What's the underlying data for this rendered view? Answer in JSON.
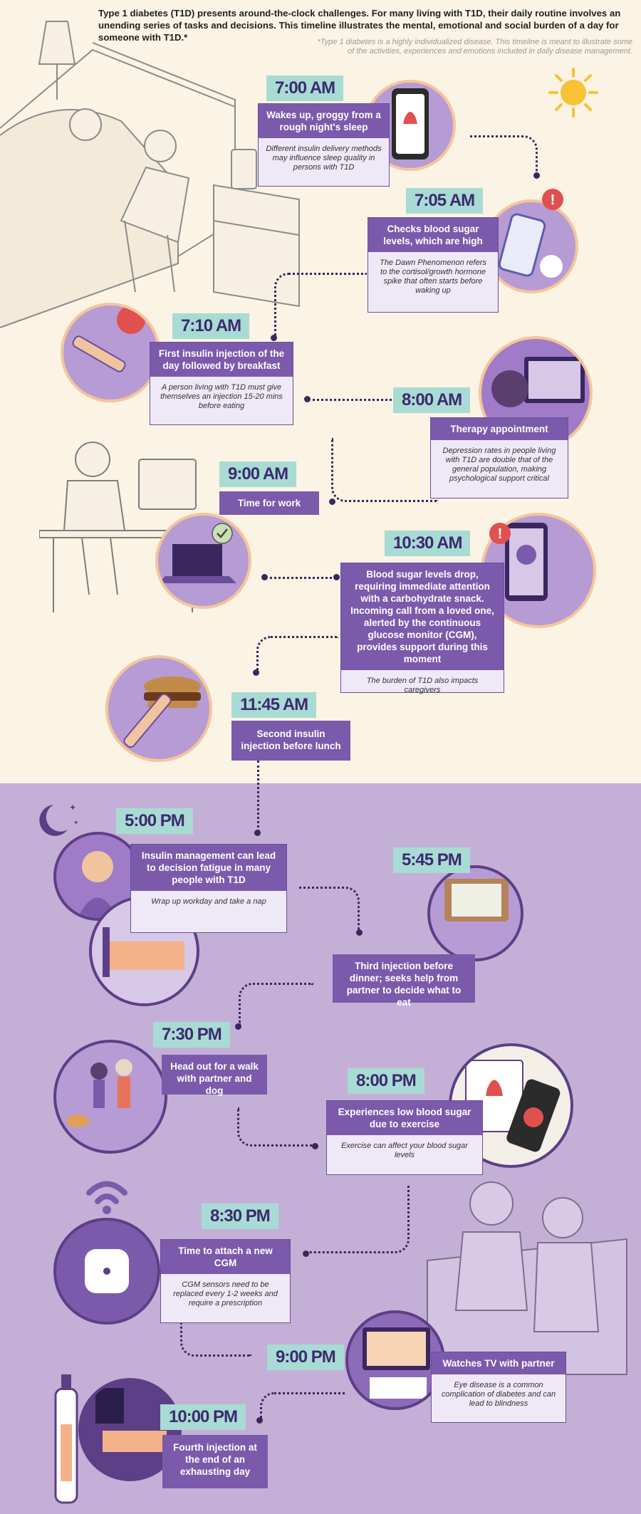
{
  "intro": "Type 1 diabetes (T1D) presents around-the-clock challenges. For many living with T1D, their daily routine involves an unending series of tasks and decisions. This timeline illustrates the mental, emotional and social burden of a day for someone with T1D.*",
  "disclaimer": "*Type 1 diabetes is a highly individualized disease. This timeline is meant to illustrate some of the activities, experiences and emotions included in daily disease management.",
  "events": [
    {
      "time": "7:00 AM",
      "title": "Wakes up, groggy from a rough night's sleep",
      "detail": "Different insulin delivery methods may influence sleep quality in persons with T1D"
    },
    {
      "time": "7:05 AM",
      "title": "Checks blood sugar levels, which are high",
      "detail": "The Dawn Phenomenon refers to the cortisol/growth hormone spike that often starts before waking up"
    },
    {
      "time": "7:10 AM",
      "title": "First insulin injection of the day followed by breakfast",
      "detail": "A person living with T1D must give themselves an injection 15-20 mins before eating"
    },
    {
      "time": "8:00 AM",
      "title": "Therapy appointment",
      "detail": "Depression rates in people living with T1D are double that of the general population, making psychological support critical"
    },
    {
      "time": "9:00 AM",
      "title": "Time for work"
    },
    {
      "time": "10:30 AM",
      "title": "Blood sugar levels drop, requiring immediate attention with a carbohydrate snack. Incoming call from a loved one, alerted by the continuous glucose monitor (CGM), provides support during this moment",
      "detail": "The burden of T1D also impacts caregivers"
    },
    {
      "time": "11:45 AM",
      "title": "Second insulin injection before lunch"
    },
    {
      "time": "5:00 PM",
      "title": "Insulin management can lead to decision fatigue in many people with T1D",
      "detail": "Wrap up workday and take a nap"
    },
    {
      "time": "5:45 PM",
      "title": "Third injection before dinner; seeks help from partner to decide what to eat"
    },
    {
      "time": "7:30 PM",
      "title": "Head out for a walk with partner and dog"
    },
    {
      "time": "8:00 PM",
      "title": "Experiences low blood sugar due to exercise",
      "detail": "Exercise can affect your blood sugar levels"
    },
    {
      "time": "8:30 PM",
      "title": "Time to attach a new CGM",
      "detail": "CGM sensors need to be replaced every 1-2 weeks and require a prescription"
    },
    {
      "time": "9:00 PM",
      "title": "Watches TV with partner",
      "detail": "Eye disease is a common complication of diabetes and can lead to blindness"
    },
    {
      "time": "10:00 PM",
      "title": "Fourth injection at the end of an exhausting day"
    }
  ],
  "icons": [
    "bed-illustration",
    "phone-alarm-icon",
    "sun-icon",
    "cgm-phone-icon",
    "alert-icon",
    "apple-insulin-pen-icon",
    "therapy-video-call-icon",
    "desk-work-illustration",
    "laptop-checkmark-icon",
    "phone-call-icon",
    "burger-insulin-pen-icon",
    "moon-stars-icon",
    "headache-icon",
    "nap-bed-icon",
    "cutting-board-icon",
    "walk-dog-icon",
    "low-sugar-phone-icon",
    "cgm-sensor-icon",
    "couple-couch-illustration",
    "tv-icon",
    "insulin-pen-night-icon"
  ],
  "colors": {
    "day_bg": "#fbf3e3",
    "night_bg": "#c4b0d6",
    "accent_purple": "#7b5aab",
    "time_teal": "#a8dbd4",
    "alert_red": "#e0504f",
    "sun_yellow": "#f7c236"
  }
}
